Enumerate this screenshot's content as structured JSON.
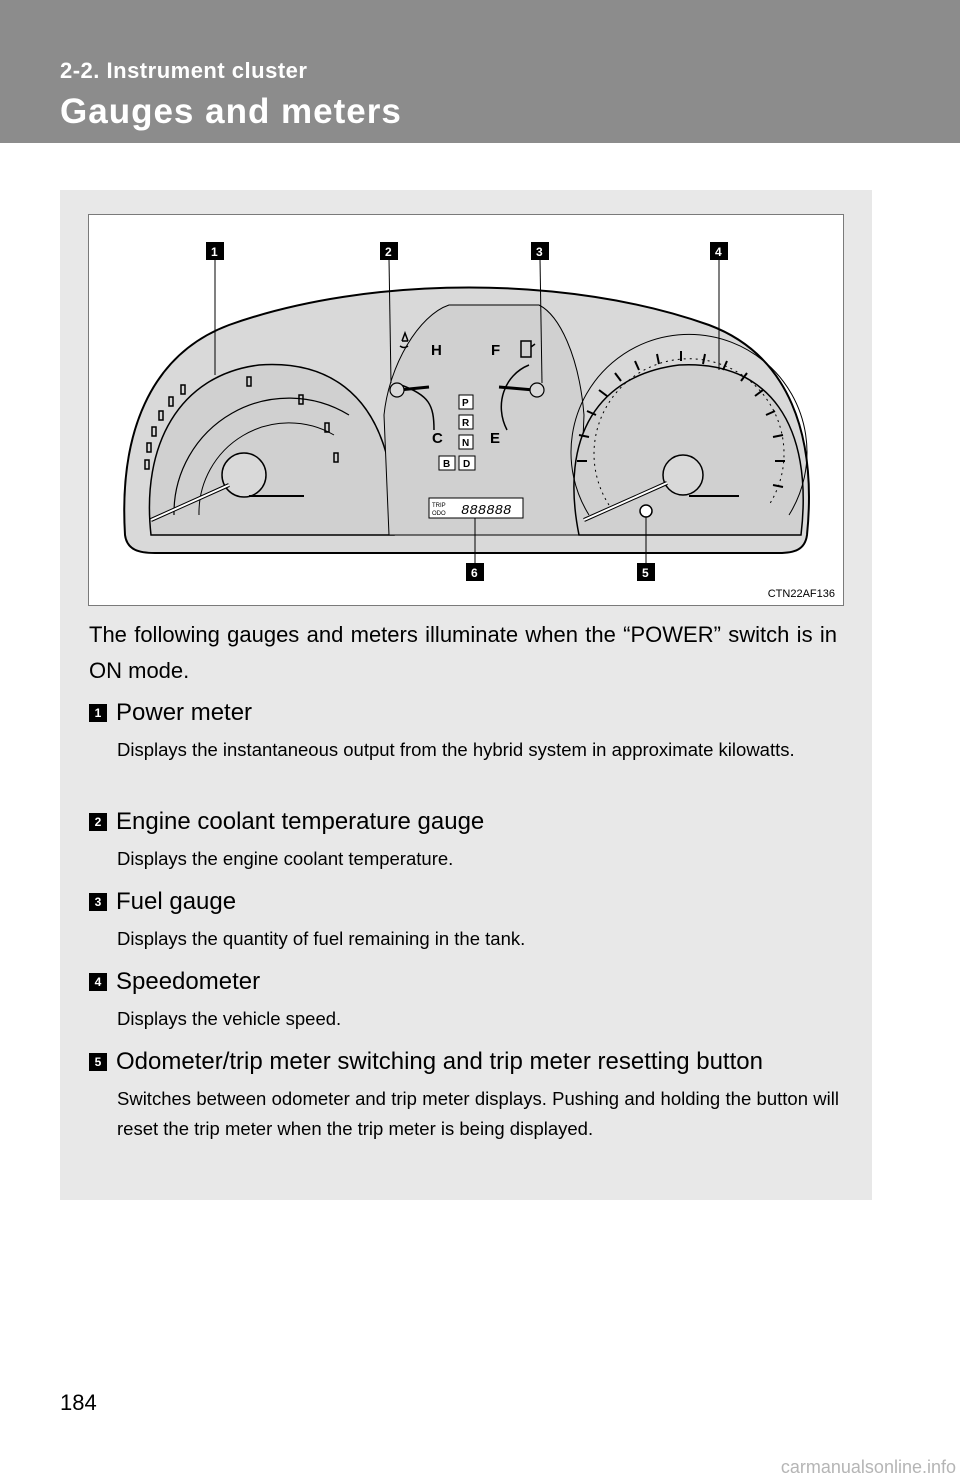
{
  "header": {
    "section": "2-2. Instrument cluster",
    "title": "Gauges and meters"
  },
  "figure": {
    "code": "CTN22AF136",
    "callouts": [
      "1",
      "2",
      "3",
      "4",
      "5",
      "6"
    ],
    "temp_gauge": {
      "hot": "H",
      "cold": "C"
    },
    "fuel_gauge": {
      "full": "F",
      "empty": "E"
    },
    "shift_positions": [
      "P",
      "R",
      "N",
      "B",
      "D"
    ],
    "odometer": {
      "label_top": "TRIP",
      "label_bottom": "ODO",
      "display": "888888"
    }
  },
  "intro": "The following gauges and meters illuminate when the “POWER” switch is in ON mode.",
  "items": [
    {
      "num": "1",
      "title": "Power meter",
      "desc": "Displays the instantaneous output from the hybrid system in approximate kilowatts."
    },
    {
      "num": "2",
      "title": "Engine coolant temperature gauge",
      "desc": "Displays the engine coolant temperature."
    },
    {
      "num": "3",
      "title": "Fuel gauge",
      "desc": "Displays the quantity of fuel remaining in the tank."
    },
    {
      "num": "4",
      "title": "Speedometer",
      "desc": "Displays the vehicle speed."
    },
    {
      "num": "5",
      "title": "Odometer/trip meter switching and trip meter resetting button",
      "desc": "Switches between odometer and trip meter displays. Pushing and holding the button will reset the trip meter when the trip meter is being displayed."
    }
  ],
  "page_number": "184",
  "footer": "carmanualsonline.info"
}
